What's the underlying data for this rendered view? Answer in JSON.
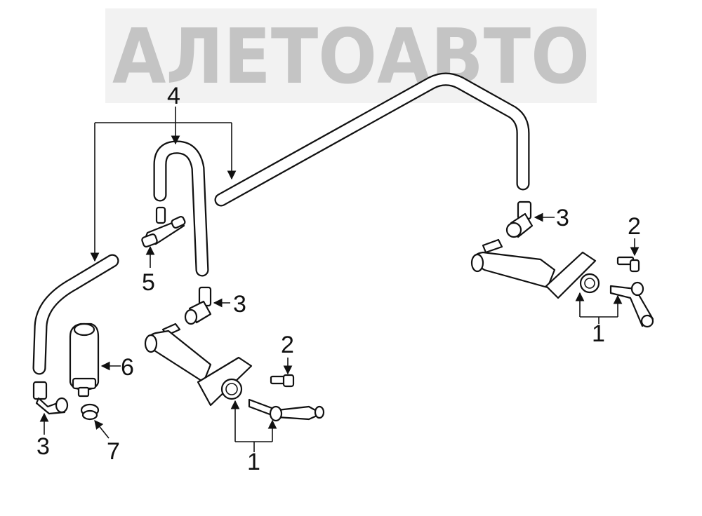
{
  "watermark": {
    "text": "АЛЕТОАВТО",
    "color": "#c4c4c4"
  },
  "callouts": {
    "c1_center": "1",
    "c1_right": "1",
    "c2_center": "2",
    "c2_right": "2",
    "c3_left": "3",
    "c3_center": "3",
    "c3_right": "3",
    "c4": "4",
    "c5": "5",
    "c6": "6",
    "c7": "7"
  },
  "colors": {
    "line": "#111111",
    "background": "#ffffff"
  }
}
